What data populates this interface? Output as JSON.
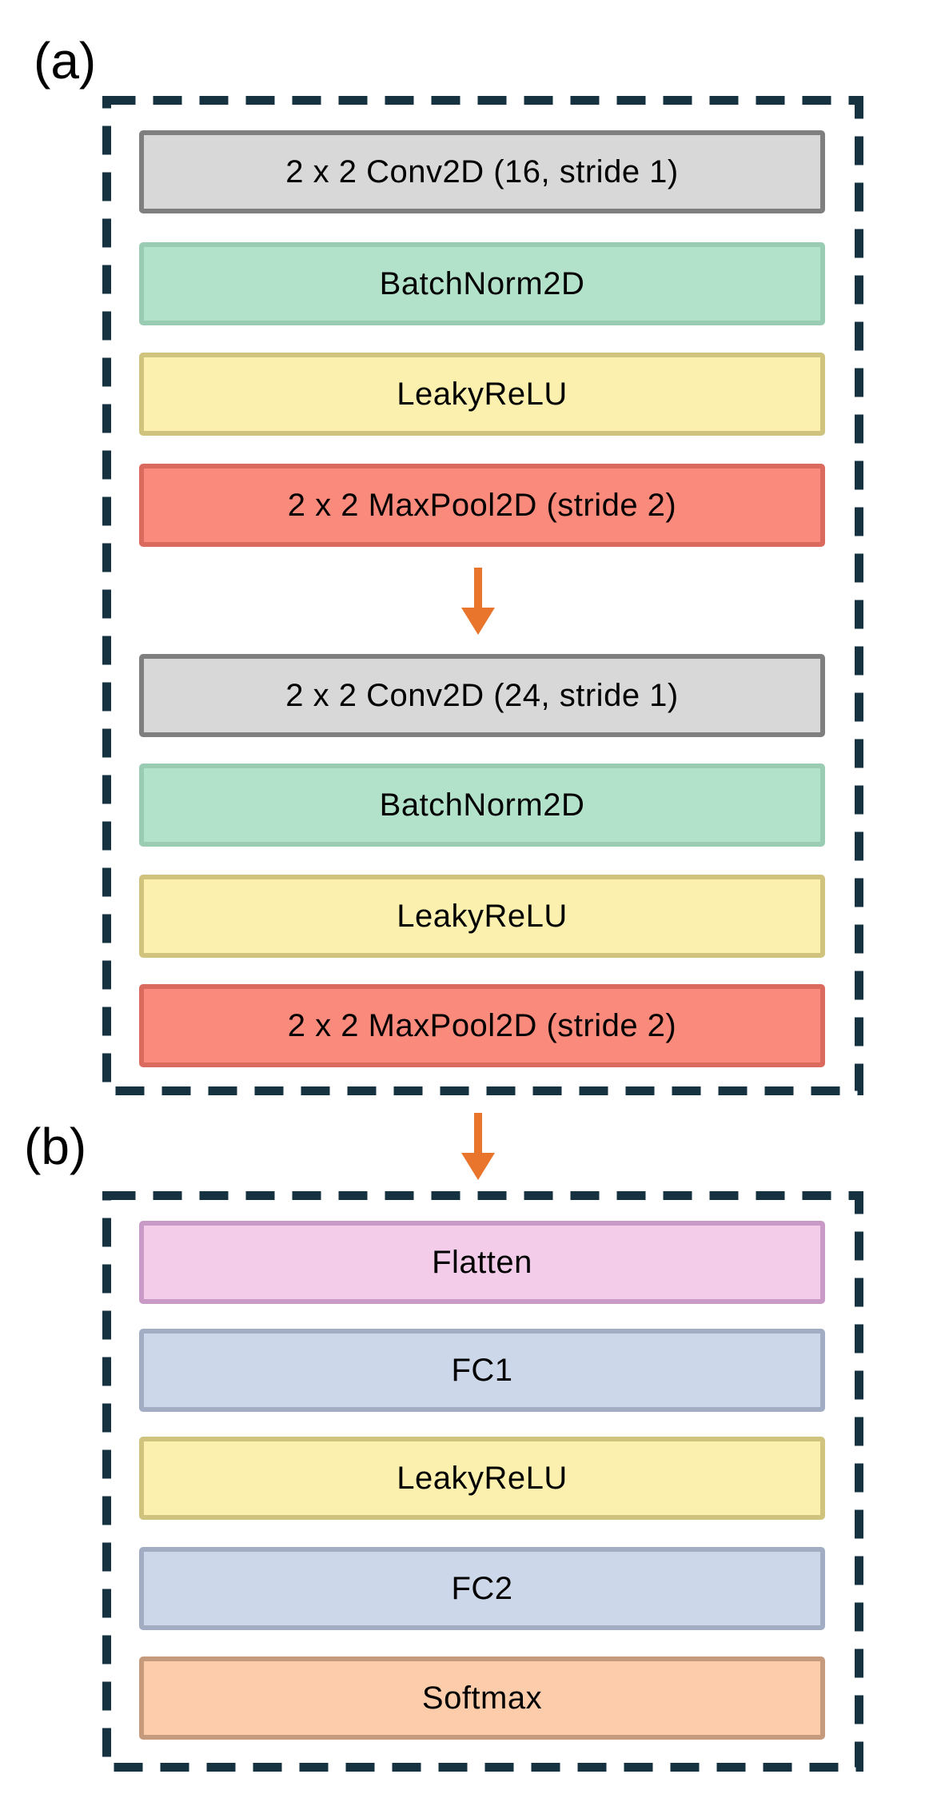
{
  "figure": {
    "panels": {
      "a": {
        "label": "(a)"
      },
      "b": {
        "label": "(b)"
      }
    }
  },
  "blocks": {
    "a": {
      "layers": [
        {
          "label": "2 x 2 Conv2D (16, stride 1)",
          "type": "conv"
        },
        {
          "label": "BatchNorm2D",
          "type": "batchnorm"
        },
        {
          "label": "LeakyReLU",
          "type": "activation"
        },
        {
          "label": "2 x 2 MaxPool2D (stride 2)",
          "type": "maxpool"
        },
        {
          "label": "2 x 2 Conv2D (24, stride 1)",
          "type": "conv"
        },
        {
          "label": "BatchNorm2D",
          "type": "batchnorm"
        },
        {
          "label": "LeakyReLU",
          "type": "activation"
        },
        {
          "label": "2 x 2 MaxPool2D (stride 2)",
          "type": "maxpool"
        }
      ]
    },
    "b": {
      "layers": [
        {
          "label": "Flatten",
          "type": "flatten"
        },
        {
          "label": "FC1",
          "type": "fc"
        },
        {
          "label": "LeakyReLU",
          "type": "activation"
        },
        {
          "label": "FC2",
          "type": "fc"
        },
        {
          "label": "Softmax",
          "type": "softmax"
        }
      ]
    }
  },
  "palette": {
    "conv": {
      "fill": "#d8d8d8",
      "border": "#7f7f7f"
    },
    "batchnorm": {
      "fill": "#b3e2ca",
      "border": "#9acbb3"
    },
    "activation": {
      "fill": "#fbf0ad",
      "border": "#cfc37d"
    },
    "maxpool": {
      "fill": "#fa8a7b",
      "border": "#da6a5e"
    },
    "flatten": {
      "fill": "#f2cce9",
      "border": "#c89ac5"
    },
    "fc": {
      "fill": "#ccd7e9",
      "border": "#a2adc4"
    },
    "softmax": {
      "fill": "#fdccab",
      "border": "#c59a7d"
    },
    "dashed_border": "#16313f",
    "arrow": "#e8752b",
    "text": "#000000",
    "background": "#ffffff"
  },
  "icons": {
    "arrow_1": "down-arrow",
    "arrow_2": "down-arrow"
  }
}
